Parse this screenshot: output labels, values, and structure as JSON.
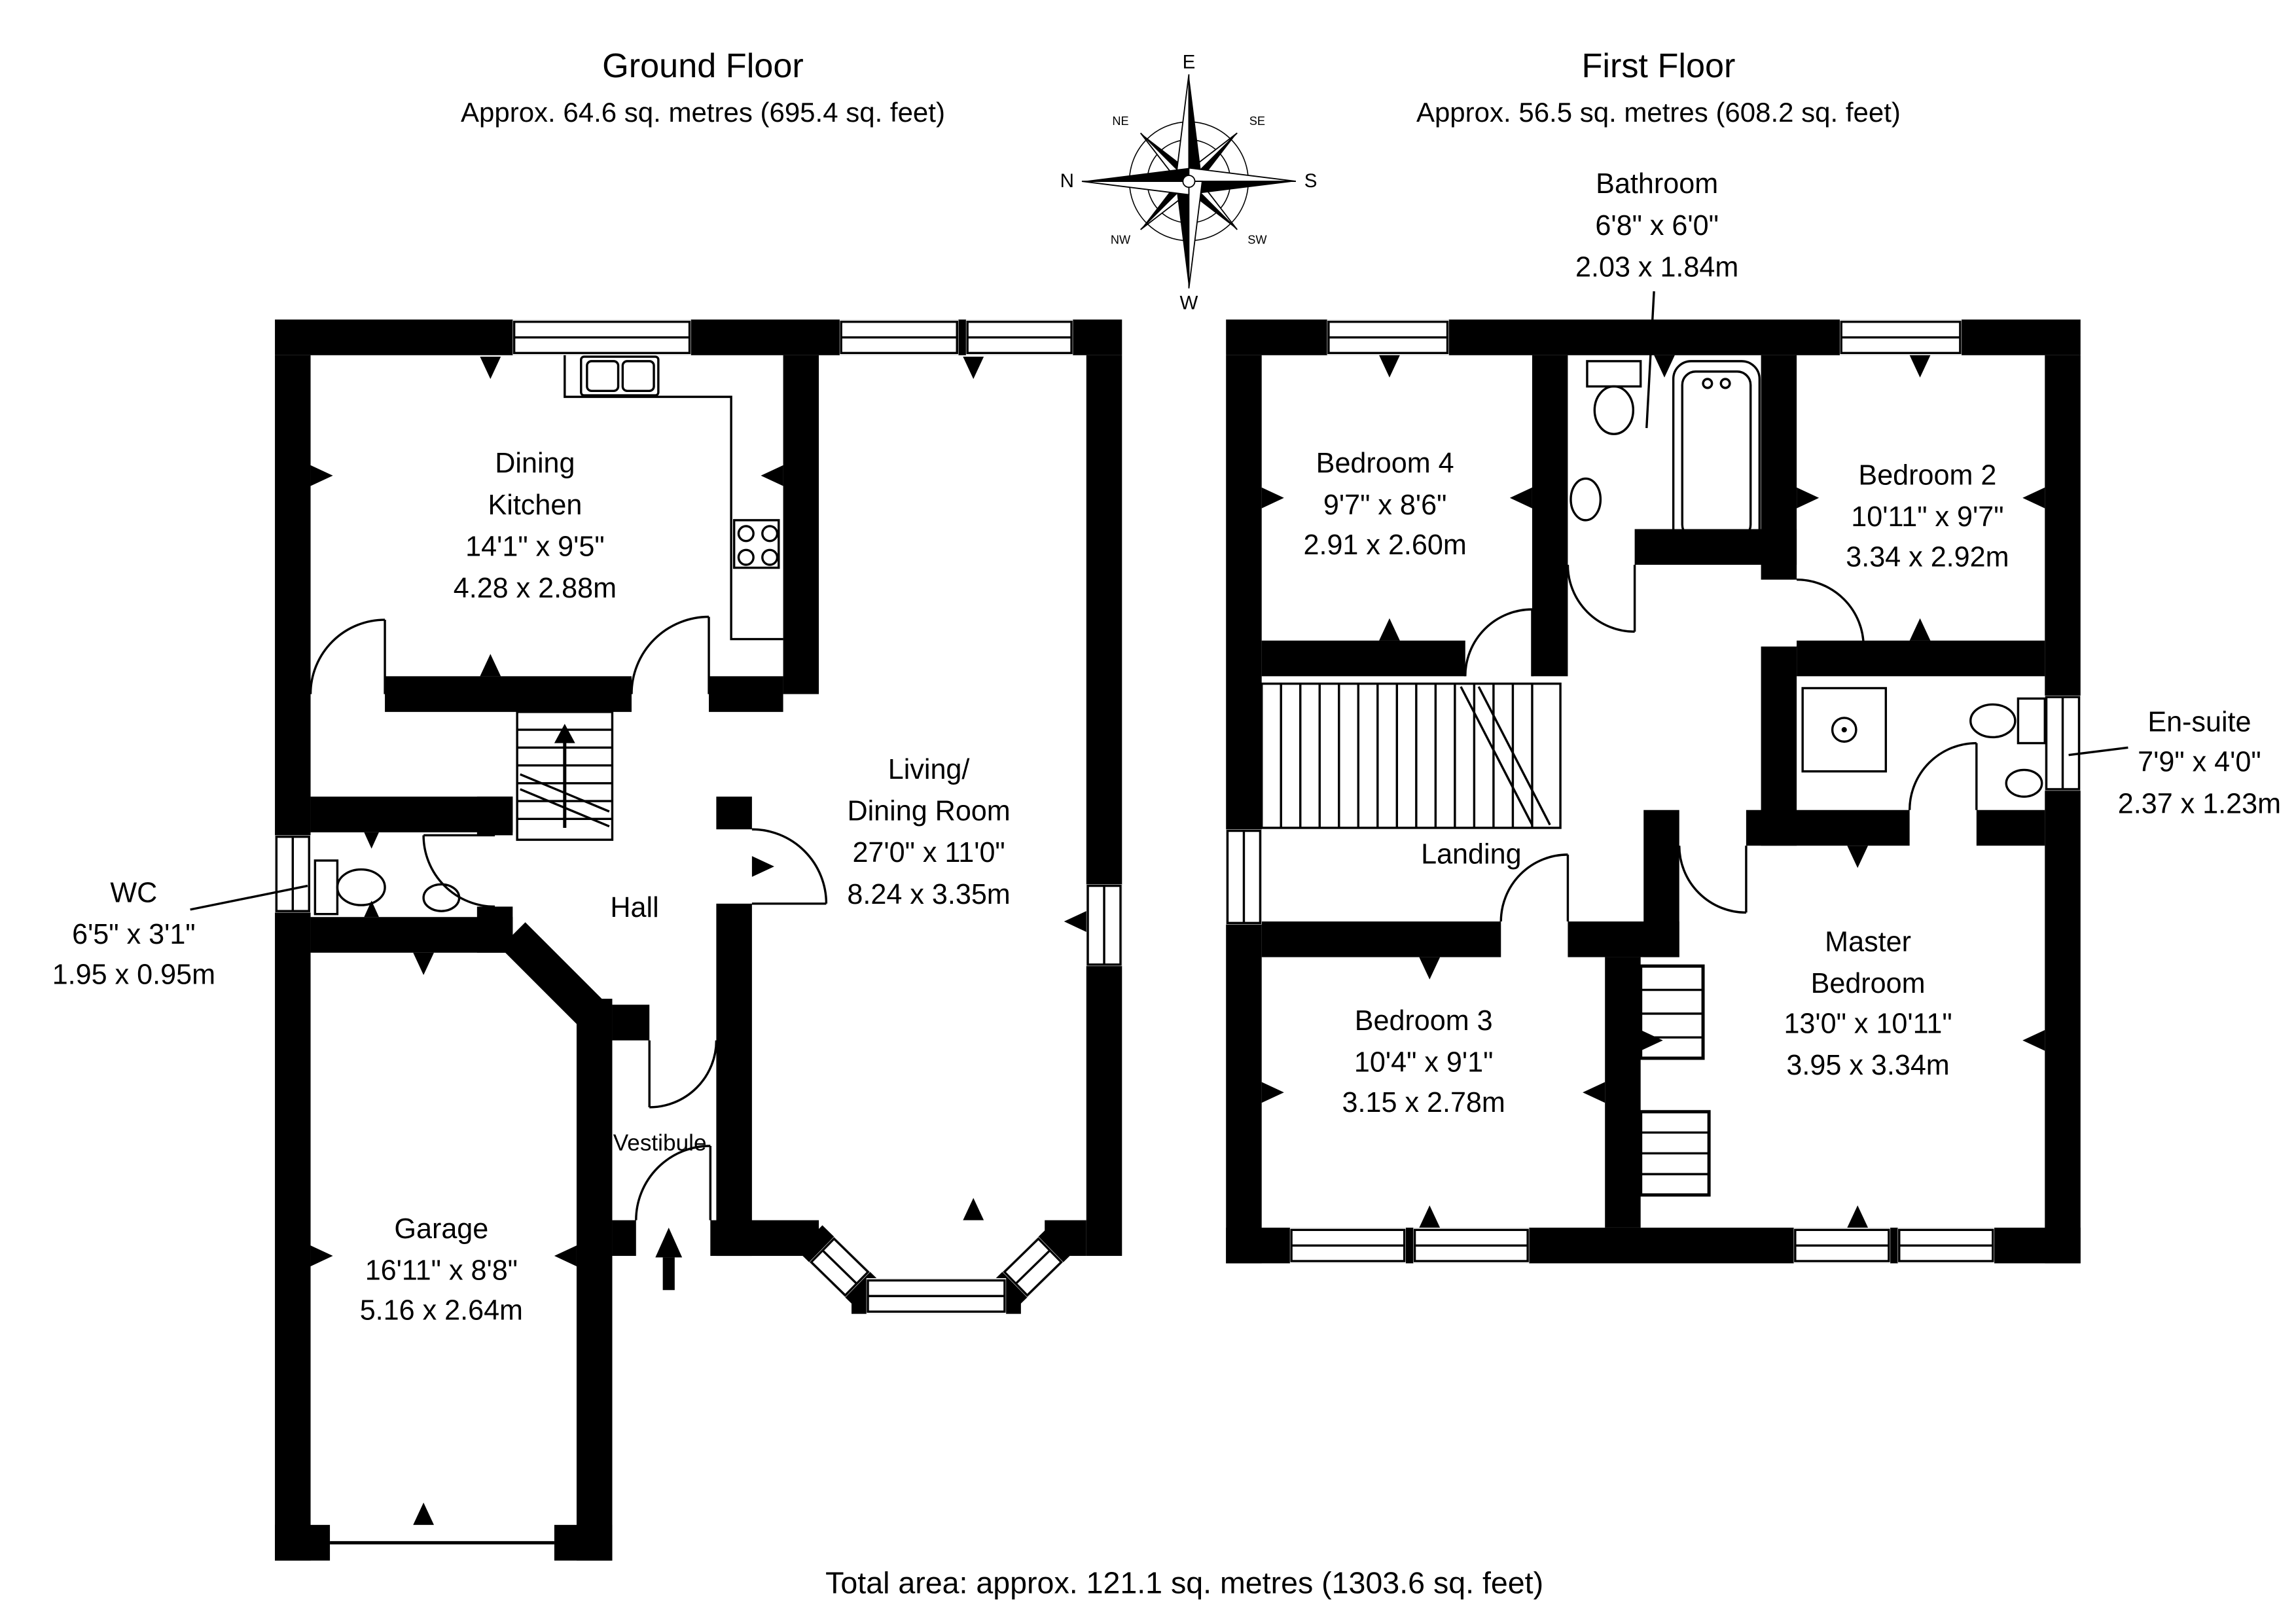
{
  "document": {
    "total_area": "Total area: approx. 121.1 sq. metres (1303.6 sq. feet)"
  },
  "floors": {
    "ground": {
      "title": "Ground Floor",
      "subtitle": "Approx. 64.6 sq. metres (695.4 sq. feet)"
    },
    "first": {
      "title": "First Floor",
      "subtitle": "Approx. 56.5 sq. metres (608.2 sq. feet)"
    }
  },
  "compass": {
    "n": "N",
    "e": "E",
    "s": "S",
    "w": "W",
    "ne": "NE",
    "se": "SE",
    "sw": "SW",
    "nw": "NW"
  },
  "rooms": {
    "dining_kitchen": {
      "lines": [
        "Dining",
        "Kitchen",
        "14'1\" x 9'5\"",
        "4.28 x 2.88m"
      ]
    },
    "living_dining": {
      "lines": [
        "Living/",
        "Dining Room",
        "27'0\" x 11'0\"",
        "8.24 x 3.35m"
      ]
    },
    "hall": {
      "lines": [
        "Hall"
      ]
    },
    "vestibule": {
      "lines": [
        "Vestibule"
      ]
    },
    "wc": {
      "lines": [
        "WC",
        "6'5\" x 3'1\"",
        "1.95 x 0.95m"
      ]
    },
    "garage": {
      "lines": [
        "Garage",
        "16'11\" x 8'8\"",
        "5.16 x 2.64m"
      ]
    },
    "bathroom": {
      "lines": [
        "Bathroom",
        "6'8\" x 6'0\"",
        "2.03 x 1.84m"
      ]
    },
    "bedroom4": {
      "lines": [
        "Bedroom 4",
        "9'7\" x 8'6\"",
        "2.91 x 2.60m"
      ]
    },
    "bedroom2": {
      "lines": [
        "Bedroom 2",
        "10'11\" x 9'7\"",
        "3.34 x 2.92m"
      ]
    },
    "ensuite": {
      "lines": [
        "En-suite",
        "7'9\" x 4'0\"",
        "2.37 x 1.23m"
      ]
    },
    "landing": {
      "lines": [
        "Landing"
      ]
    },
    "bedroom3": {
      "lines": [
        "Bedroom 3",
        "10'4\" x 9'1\"",
        "3.15 x 2.78m"
      ]
    },
    "master_bedroom": {
      "lines": [
        "Master",
        "Bedroom",
        "13'0\" x 10'11\"",
        "3.95 x 3.34m"
      ]
    }
  },
  "colors": {
    "ink": "#000000",
    "background": "#ffffff"
  }
}
